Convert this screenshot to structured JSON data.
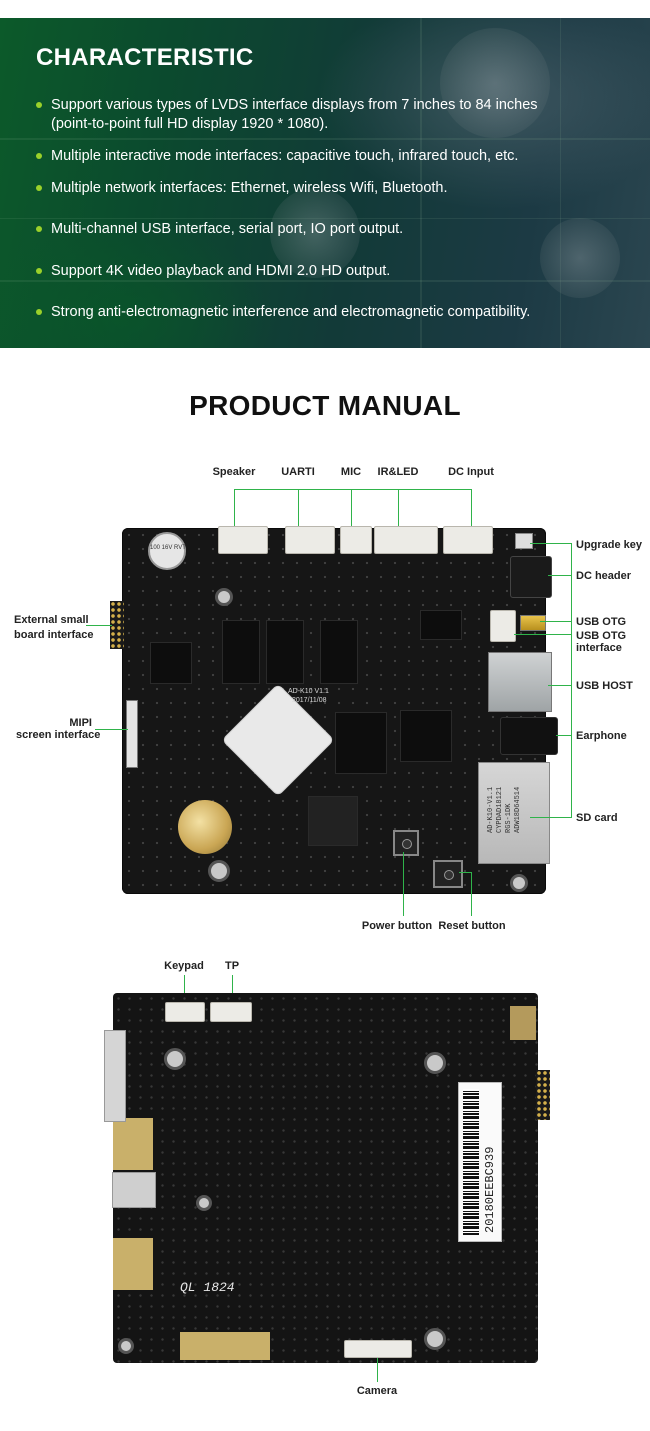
{
  "characteristic": {
    "heading": "CHARACTERISTIC",
    "bullets": [
      "Support various types of LVDS interface displays from 7 inches to 84 inches",
      "(point-to-point full HD display 1920 * 1080).",
      "Multiple interactive mode interfaces: capacitive touch, infrared touch, etc.",
      "Multiple network interfaces: Ethernet, wireless Wifi, Bluetooth.",
      "Multi-channel USB interface, serial port, IO port output.",
      "Support 4K video playback and HDMI 2.0 HD output.",
      "Strong anti-electromagnetic interference and electromagnetic compatibility."
    ],
    "bullet_color": "#9bd12a"
  },
  "manual": {
    "title": "PRODUCT MANUAL",
    "line_color": "#2fb34a",
    "front_labels": {
      "speaker": "Speaker",
      "uart": "UARTI",
      "mic": "MIC",
      "irled": "IR&LED",
      "dc_input": "DC Input",
      "upgrade_key": "Upgrade key",
      "dc_header": "DC header",
      "usb_otg": "USB OTG",
      "usb_otg_interface": [
        "USB OTG",
        "interface"
      ],
      "usb_host": "USB HOST",
      "earphone": "Earphone",
      "sd_card": "SD card",
      "power_button": "Power button",
      "reset_button": "Reset button",
      "external_board": [
        "External small",
        "board interface"
      ],
      "mipi": [
        "MIPI",
        "screen interface"
      ]
    },
    "board_silk": {
      "model": "AD-K10 V1.1",
      "date": "2017/11/08",
      "cap": "100 16V RVT",
      "sd_tag": [
        "AD-K10-V1.1",
        "CYPDAD18121",
        "RGS-1DK",
        "ADW18D64514"
      ]
    },
    "back_labels": {
      "keypad": "Keypad",
      "tp": "TP",
      "camera": "Camera"
    },
    "back_silk": {
      "barcode": "20180EEBC939",
      "ql": "QL 1824"
    }
  }
}
